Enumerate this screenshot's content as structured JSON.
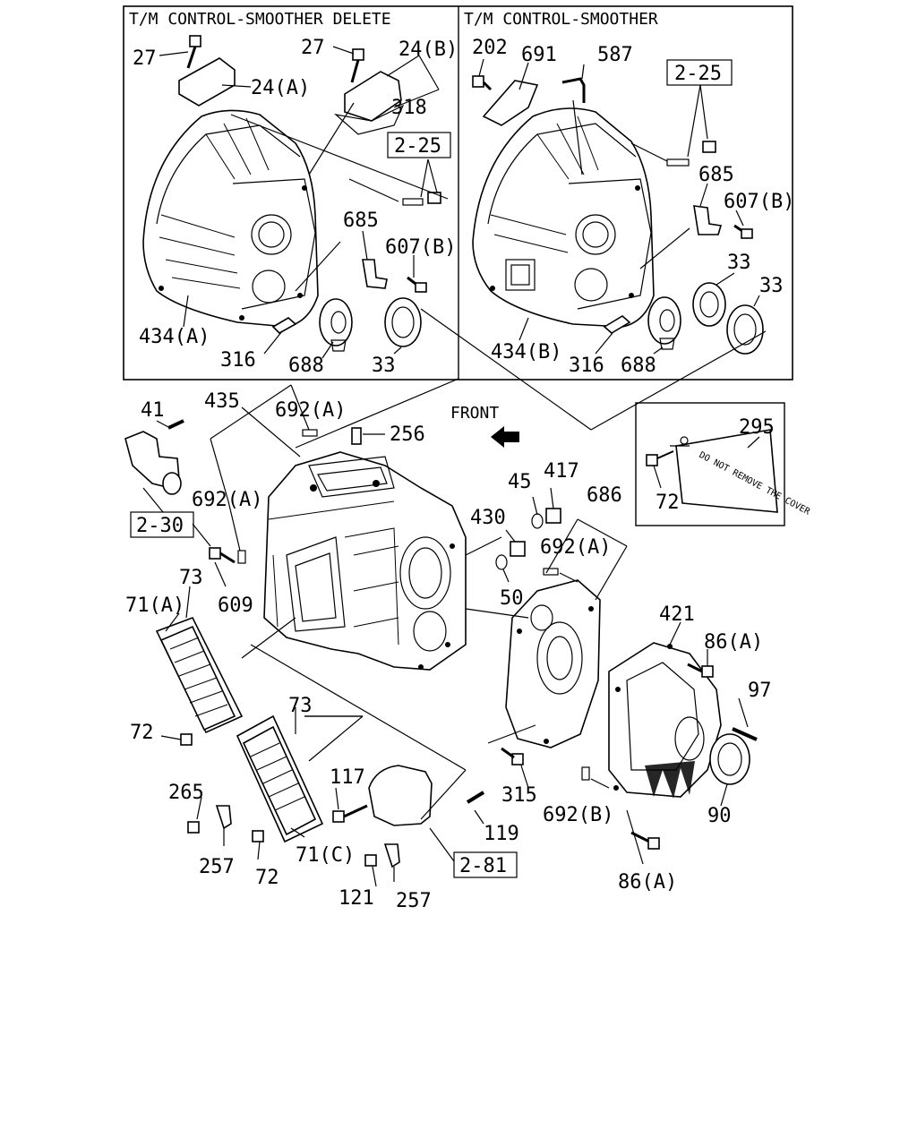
{
  "panels": {
    "left_title": "T/M CONTROL-SMOOTHER DELETE",
    "right_title": "T/M CONTROL-SMOOTHER"
  },
  "front_label": "FRONT",
  "warning_plate_text": "DO NOT REMOVE THE COVER",
  "boxed_refs": {
    "r1": "2-25",
    "r2": "2-25",
    "r3": "2-30",
    "r4": "2-81"
  },
  "callouts": {
    "c27a": "27",
    "c24a": "24(A)",
    "c27b": "27",
    "c24b": "24(B)",
    "c318": "318",
    "c685a": "685",
    "c607a": "607(B)",
    "c434a": "434(A)",
    "c316a": "316",
    "c688a": "688",
    "c33a": "33",
    "c202": "202",
    "c691": "691",
    "c587": "587",
    "c685b": "685",
    "c607b": "607(B)",
    "c33b": "33",
    "c33c": "33",
    "c434b": "434(B)",
    "c316b": "316",
    "c688b": "688",
    "c41": "41",
    "c435": "435",
    "c692a1": "692(A)",
    "c256": "256",
    "c692a2": "692(A)",
    "c609": "609",
    "c73a": "73",
    "c71a": "71(A)",
    "c72a": "72",
    "c45": "45",
    "c417": "417",
    "c686": "686",
    "c430": "430",
    "c692a3": "692(A)",
    "c50": "50",
    "c295": "295",
    "c72b": "72",
    "c73b": "73",
    "c265": "265",
    "c257a": "257",
    "c72c": "72",
    "c71c": "71(C)",
    "c117": "117",
    "c119": "119",
    "c121": "121",
    "c257b": "257",
    "c421": "421",
    "c86a1": "86(A)",
    "c97": "97",
    "c315": "315",
    "c692b": "692(B)",
    "c90": "90",
    "c86a2": "86(A)"
  }
}
